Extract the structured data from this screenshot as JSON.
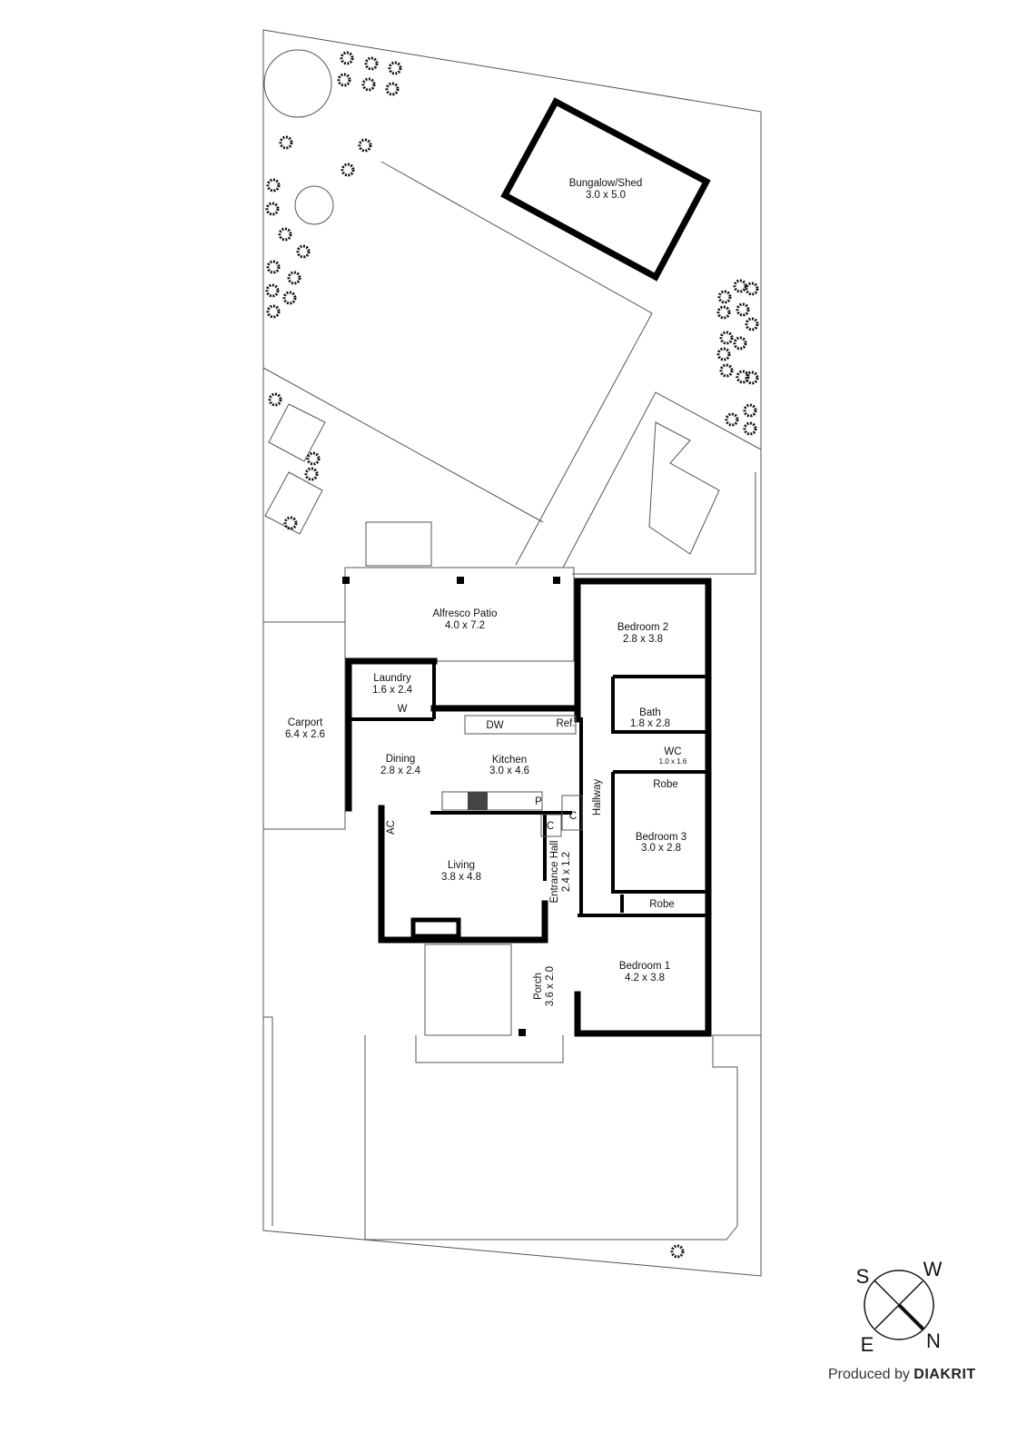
{
  "rooms": {
    "bungalow": {
      "name": "Bungalow/Shed",
      "size": "3.0 x 5.0"
    },
    "alfresco": {
      "name": "Alfresco Patio",
      "size": "4.0 x 7.2"
    },
    "bedroom2": {
      "name": "Bedroom 2",
      "size": "2.8 x 3.8"
    },
    "laundry": {
      "name": "Laundry",
      "size": "1.6 x 2.4"
    },
    "carport": {
      "name": "Carport",
      "size": "6.4 x 2.6"
    },
    "bath": {
      "name": "Bath",
      "size": "1.8 x 2.8"
    },
    "wc": {
      "name": "WC",
      "size": "1.0 x 1.6"
    },
    "dining": {
      "name": "Dining",
      "size": "2.8 x 2.4"
    },
    "kitchen": {
      "name": "Kitchen",
      "size": "3.0 x 4.6"
    },
    "hallway": {
      "name": "Hallway"
    },
    "bedroom3": {
      "name": "Bedroom 3",
      "size": "3.0 x 2.8"
    },
    "living": {
      "name": "Living",
      "size": "3.8 x 4.8"
    },
    "entrance": {
      "name": "Entrance Hall",
      "size": "2.4 x 1.2"
    },
    "bedroom1": {
      "name": "Bedroom 1",
      "size": "4.2 x 3.8"
    },
    "porch": {
      "name": "Porch",
      "size": "3.6 x 2.0"
    }
  },
  "fixtures": {
    "washer": "W",
    "dishwasher": "DW",
    "fridge": "Ref.",
    "pantry": "P",
    "cupboard": "C",
    "robe": "Robe",
    "aircon": "AC"
  },
  "compass": {
    "n": "N",
    "s": "S",
    "e": "E",
    "w": "W"
  },
  "credit": {
    "prefix": "Produced by",
    "brand": "DIAKRIT"
  }
}
